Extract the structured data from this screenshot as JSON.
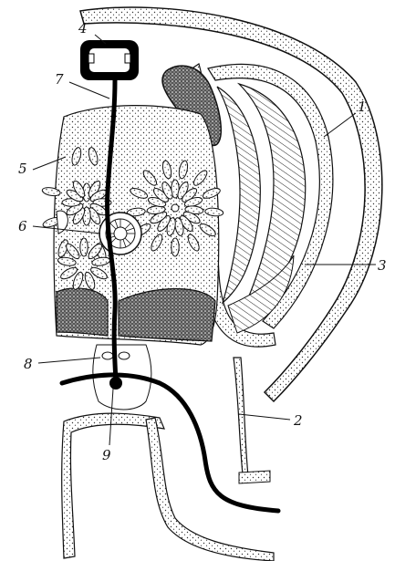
{
  "labels": [
    {
      "key": "l1",
      "text": "1"
    },
    {
      "key": "l2",
      "text": "2"
    },
    {
      "key": "l3",
      "text": "3"
    },
    {
      "key": "l4",
      "text": "4"
    },
    {
      "key": "l5",
      "text": "5"
    },
    {
      "key": "l6",
      "text": "6"
    },
    {
      "key": "l7",
      "text": "7"
    },
    {
      "key": "l8",
      "text": "8"
    },
    {
      "key": "l9",
      "text": "9"
    }
  ]
}
